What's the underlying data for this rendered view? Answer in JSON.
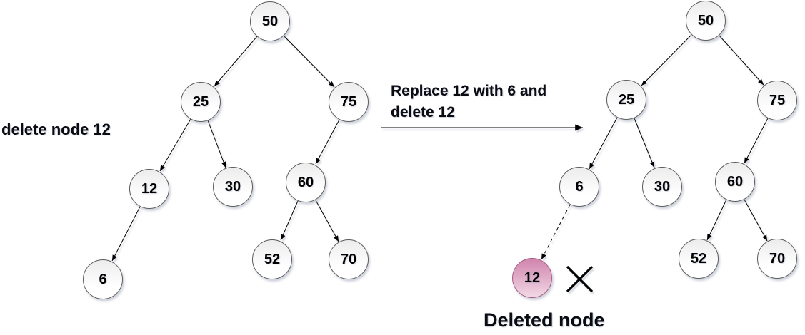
{
  "labels": {
    "left_caption": "delete node 12",
    "transform_caption": "Replace 12 with 6 and\ndelete 12",
    "deleted_caption": "Deleted node"
  },
  "left_tree": {
    "nodes": [
      {
        "value": "50"
      },
      {
        "value": "25"
      },
      {
        "value": "75"
      },
      {
        "value": "12"
      },
      {
        "value": "30"
      },
      {
        "value": "60"
      },
      {
        "value": "6"
      },
      {
        "value": "52"
      },
      {
        "value": "70"
      }
    ],
    "edges": [
      {
        "from": "50",
        "to": "25"
      },
      {
        "from": "50",
        "to": "75"
      },
      {
        "from": "25",
        "to": "12"
      },
      {
        "from": "25",
        "to": "30"
      },
      {
        "from": "75",
        "to": "60"
      },
      {
        "from": "12",
        "to": "6"
      },
      {
        "from": "60",
        "to": "52"
      },
      {
        "from": "60",
        "to": "70"
      }
    ]
  },
  "right_tree": {
    "nodes": [
      {
        "value": "50"
      },
      {
        "value": "25"
      },
      {
        "value": "75"
      },
      {
        "value": "6"
      },
      {
        "value": "30"
      },
      {
        "value": "60"
      },
      {
        "value": "52"
      },
      {
        "value": "70"
      }
    ],
    "edges": [
      {
        "from": "50",
        "to": "25"
      },
      {
        "from": "50",
        "to": "75"
      },
      {
        "from": "25",
        "to": "6"
      },
      {
        "from": "25",
        "to": "30"
      },
      {
        "from": "75",
        "to": "60"
      },
      {
        "from": "60",
        "to": "52"
      },
      {
        "from": "60",
        "to": "70"
      }
    ],
    "deleted_node": {
      "value": "12",
      "link_style": "dashed",
      "marked_with": "cross-icon"
    }
  },
  "colors": {
    "node_fill_top": "#ececec",
    "node_fill_bottom": "#ffffff",
    "node_border": "#5b5b5b",
    "deleted_fill_top": "#d184ad",
    "deleted_fill_bottom": "#f0d4e3",
    "deleted_border": "#a85c84",
    "edge": "#000000",
    "text": "#000000"
  }
}
